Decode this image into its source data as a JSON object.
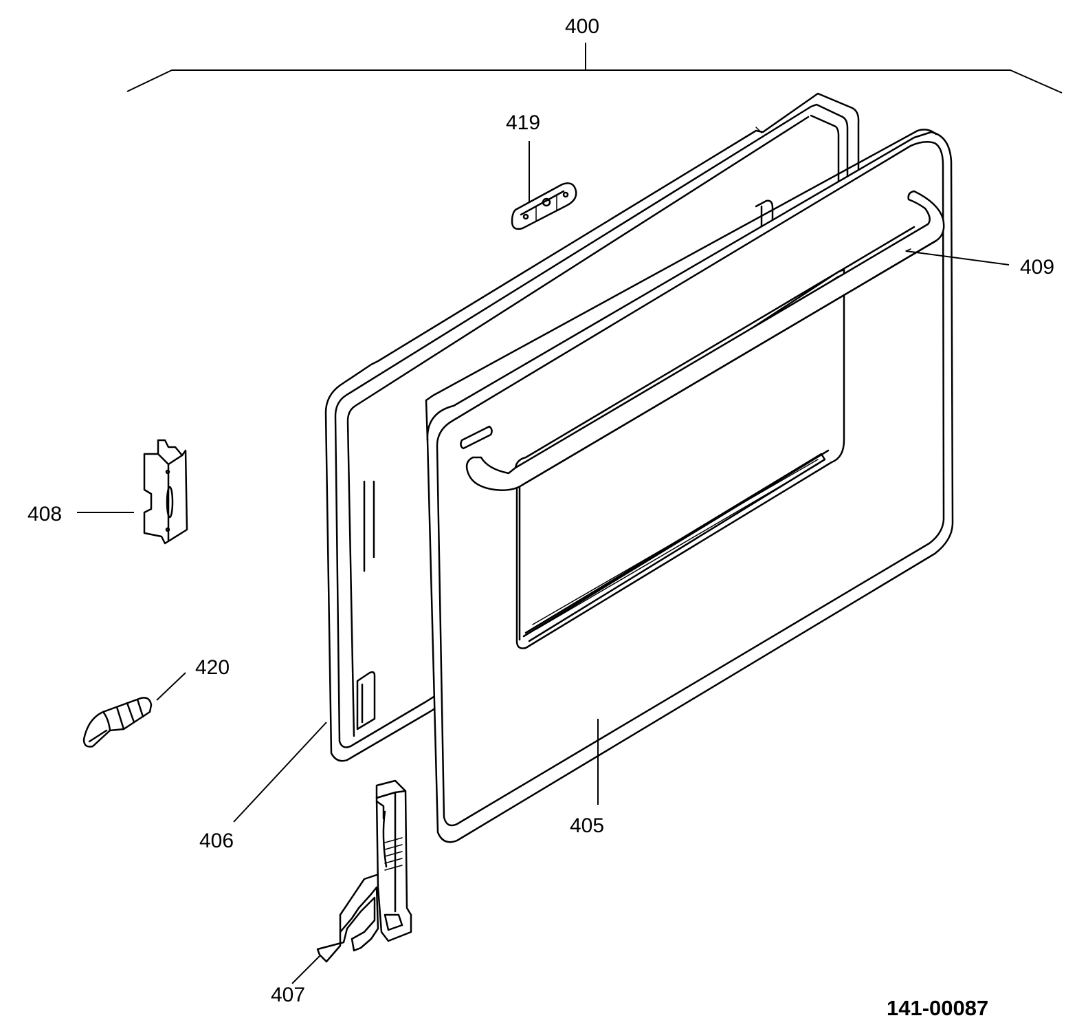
{
  "callouts": {
    "assembly": "400",
    "p405": "405",
    "p406": "406",
    "p407": "407",
    "p408": "408",
    "p409": "409",
    "p419": "419",
    "p420": "420"
  },
  "document_number": "141-00087",
  "colors": {
    "line": "#000000",
    "background": "#ffffff"
  }
}
